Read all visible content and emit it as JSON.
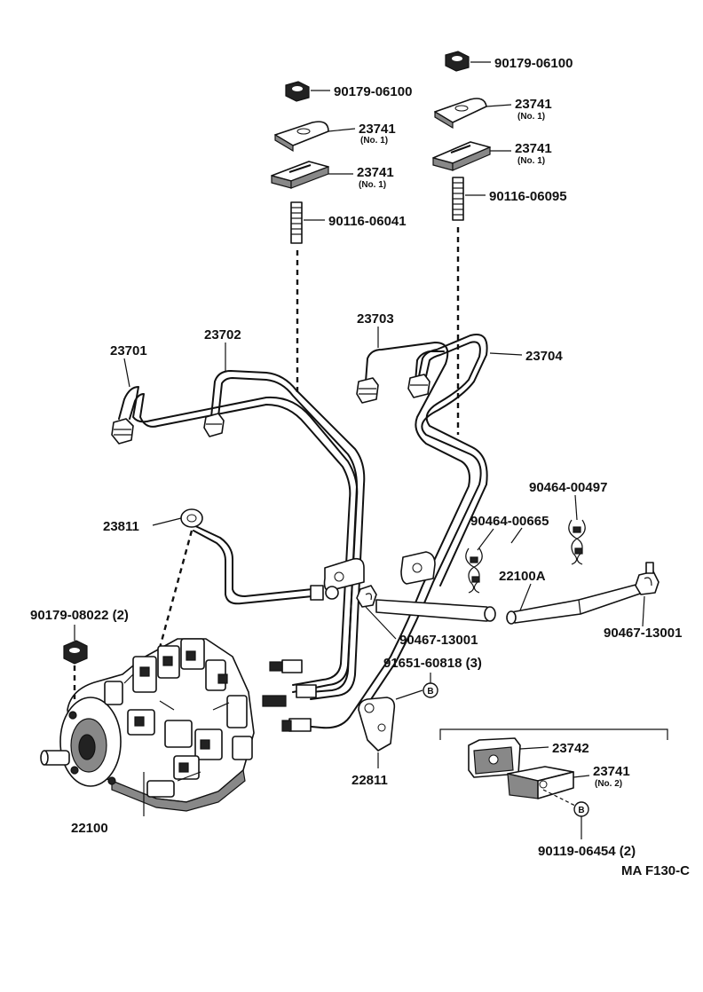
{
  "labels": {
    "nut_top_right": "90179-06100",
    "nut_top_left": "90179-06100",
    "clamp_right_upper": "23741",
    "clamp_right_upper_sub": "(No. 1)",
    "clamp_right_lower": "23741",
    "clamp_right_lower_sub": "(No. 1)",
    "clamp_left_upper": "23741",
    "clamp_left_upper_sub": "(No. 1)",
    "clamp_left_lower": "23741",
    "clamp_left_lower_sub": "(No. 1)",
    "stud_right": "90116-06095",
    "stud_left": "90116-06041",
    "pipe_23701": "23701",
    "pipe_23702": "23702",
    "pipe_23703": "23703",
    "pipe_23704": "23704",
    "pipe_23811": "23811",
    "nut_pump": "90179-08022 (2)",
    "clip_00497": "90464-00497",
    "clip_00665": "90464-00665",
    "hose_22100a": "22100A",
    "clip_13001_left": "90467-13001",
    "clip_13001_right": "90467-13001",
    "bolt_91651": "91651-60818 (3)",
    "bracket_22811": "22811",
    "pump_22100": "22100",
    "clamp_23742": "23742",
    "clamp_no2": "23741",
    "clamp_no2_sub": "(No. 2)",
    "bolt_06454": "90119-06454 (2)",
    "code": "MA F130-C"
  },
  "markers": {
    "b1": "B",
    "b2": "B"
  }
}
